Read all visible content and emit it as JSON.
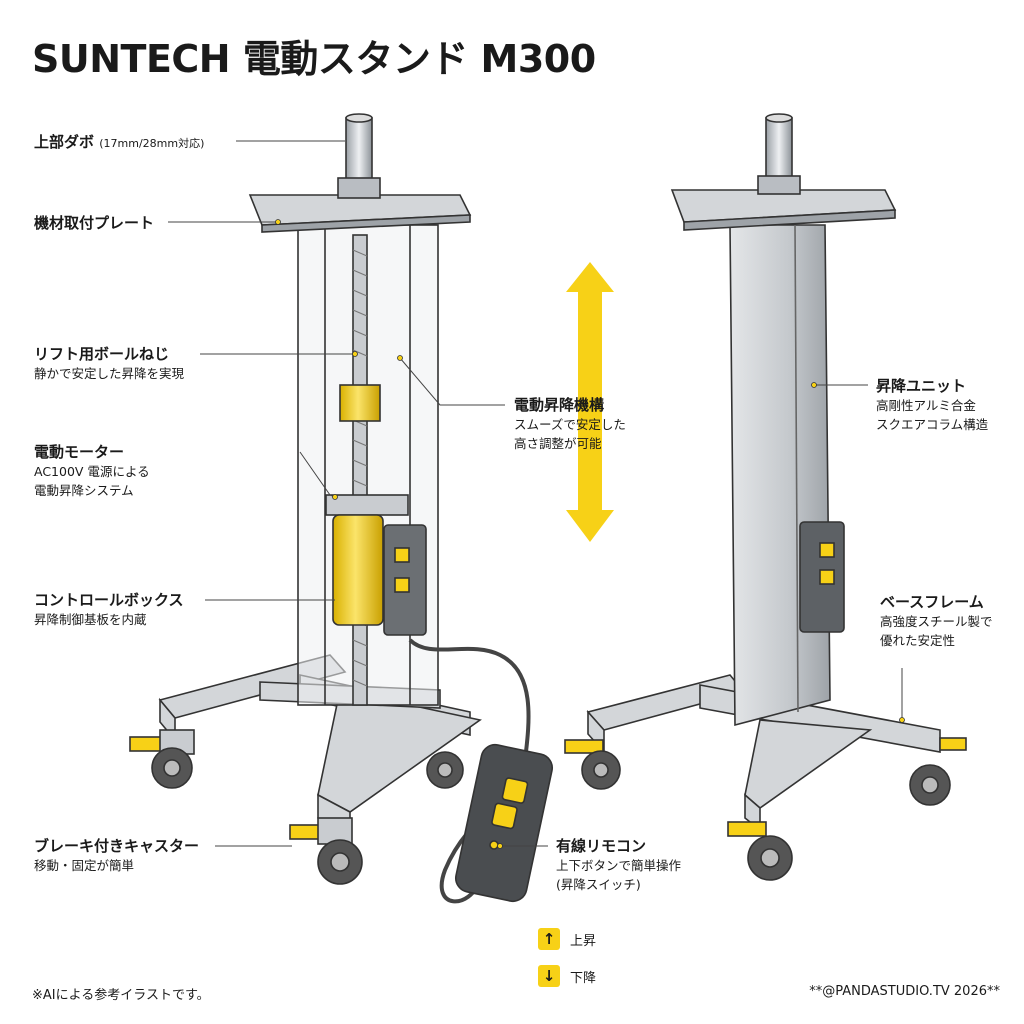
{
  "title": "SUNTECH 電動スタンド M300",
  "labels": {
    "dowel": {
      "heading": "上部ダボ",
      "spec": "(17mm/28mm対応)"
    },
    "plate": {
      "heading": "機材取付プレート"
    },
    "screw": {
      "heading": "リフト用ボールねじ",
      "desc": "静かで安定した昇降を実現"
    },
    "motor": {
      "heading": "電動モーター",
      "desc1": "AC100V 電源による",
      "desc2": "電動昇降システム"
    },
    "controlbox": {
      "heading": "コントロールボックス",
      "desc": "昇降制御基板を内蔵"
    },
    "caster": {
      "heading": "ブレーキ付きキャスター",
      "desc": "移動・固定が簡単"
    },
    "mechanism": {
      "heading": "電動昇降機構",
      "desc1": "スムーズで安定した",
      "desc2": "高さ調整が可能"
    },
    "remote": {
      "heading": "有線リモコン",
      "desc1": "上下ボタンで簡単操作",
      "desc2": "(昇降スイッチ)"
    },
    "unit": {
      "heading": "昇降ユニット",
      "desc1": "高剛性アルミ合金",
      "desc2": "スクエアコラム構造"
    },
    "base": {
      "heading": "ベースフレーム",
      "desc1": "高強度スチール製で",
      "desc2": "優れた安定性"
    }
  },
  "legend": [
    {
      "icon": "arrow-up-icon",
      "glyph": "↑",
      "label": "上昇"
    },
    {
      "icon": "arrow-down-icon",
      "glyph": "↓",
      "label": "下降"
    }
  ],
  "footnote": "※AIによる参考イラストです。",
  "credit": "**@PANDASTUDIO.TV 2026**",
  "colors": {
    "accent": "#f7d117",
    "metal": "#c9ccd0",
    "frame": "#333333"
  }
}
